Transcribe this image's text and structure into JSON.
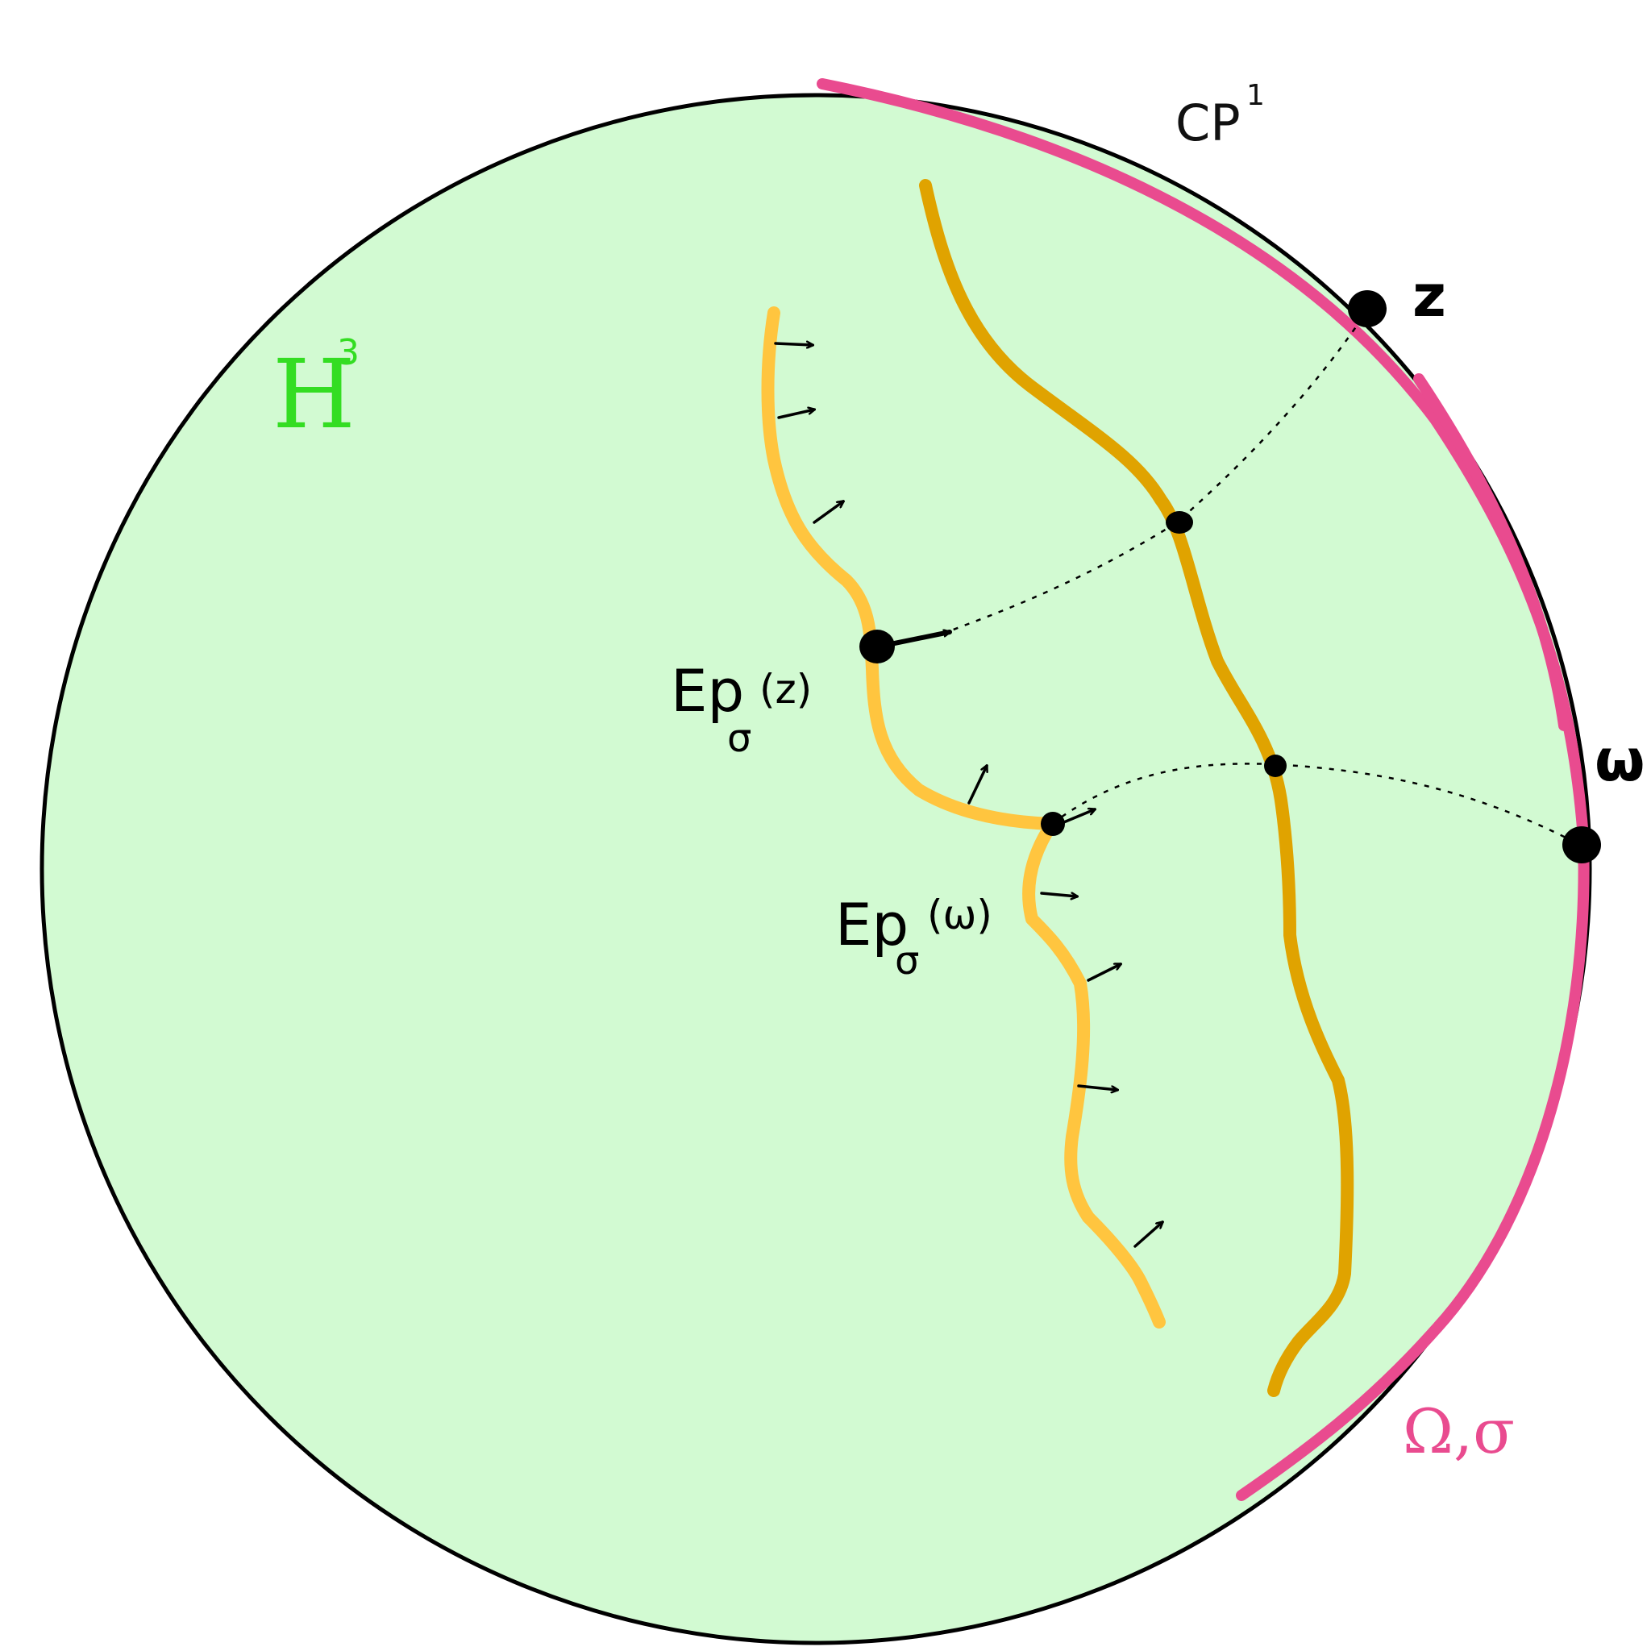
{
  "labels": {
    "space": "H",
    "space_sup": "3",
    "boundary": "CP",
    "boundary_sup": "1",
    "point_z": "z",
    "point_w": "ω",
    "ep_z_main": "Ep",
    "ep_z_sub": "σ",
    "ep_z_arg": "(z)",
    "ep_w_main": "Ep",
    "ep_w_sub": "σ",
    "ep_w_arg": "(ω)",
    "region": "Ω,σ"
  },
  "colors": {
    "ball_fill": "#d2fad2",
    "ball_outline": "#000000",
    "boundary_arc": "#e94b8f",
    "surface_light": "#ffc53f",
    "surface_dark": "#e0a300",
    "space_label": "#33dd22",
    "points": "#000000"
  }
}
